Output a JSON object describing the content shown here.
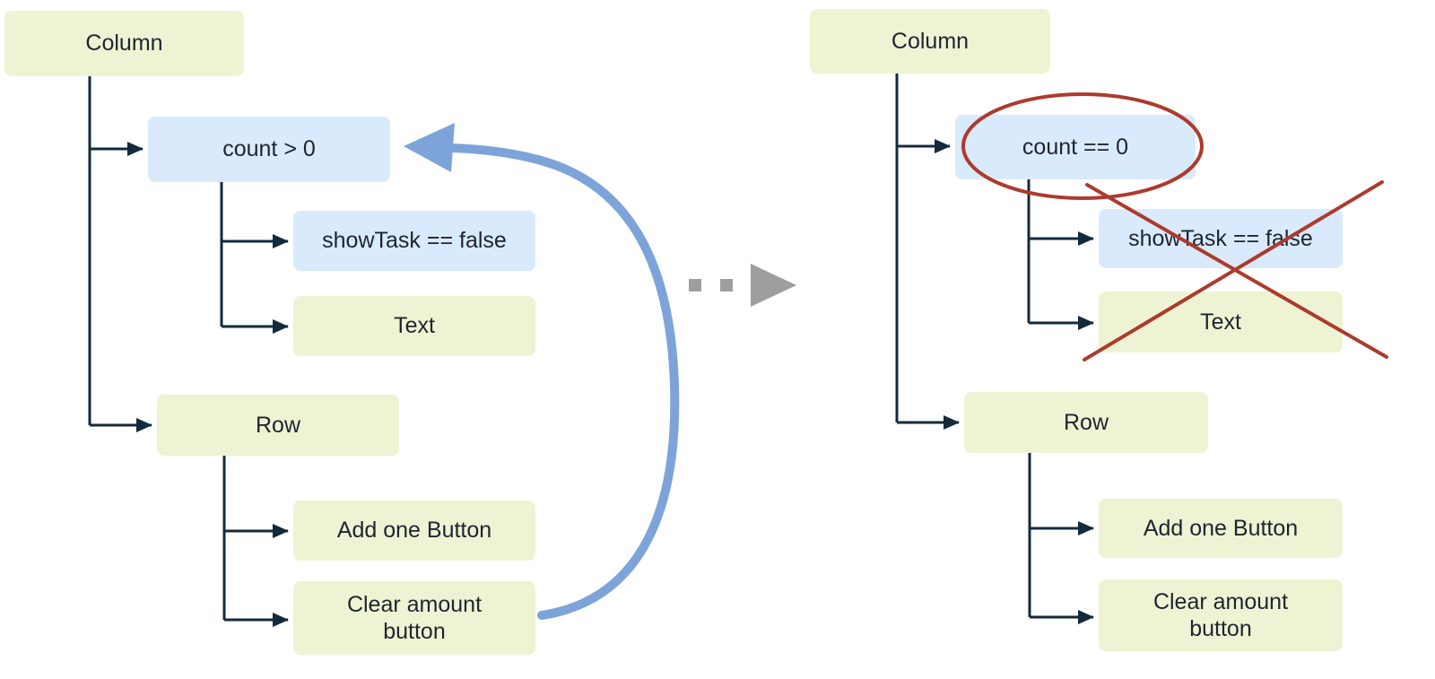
{
  "left": {
    "column": "Column",
    "condition": "count > 0",
    "show_task": "showTask == false",
    "text": "Text",
    "row": "Row",
    "add_one": "Add one Button",
    "clear_amount": "Clear amount button"
  },
  "right": {
    "column": "Column",
    "condition": "count == 0",
    "show_task": "showTask == false",
    "text": "Text",
    "row": "Row",
    "add_one": "Add one Button",
    "clear_amount": "Clear amount button"
  },
  "colors": {
    "node_green": "#eef3d3",
    "node_blue": "#d9eafc",
    "tree_line": "#132a3d",
    "recompose_arrow": "#7da4d8",
    "annotation_red": "#ad3a2d",
    "transition_gray": "#9e9e9e"
  }
}
